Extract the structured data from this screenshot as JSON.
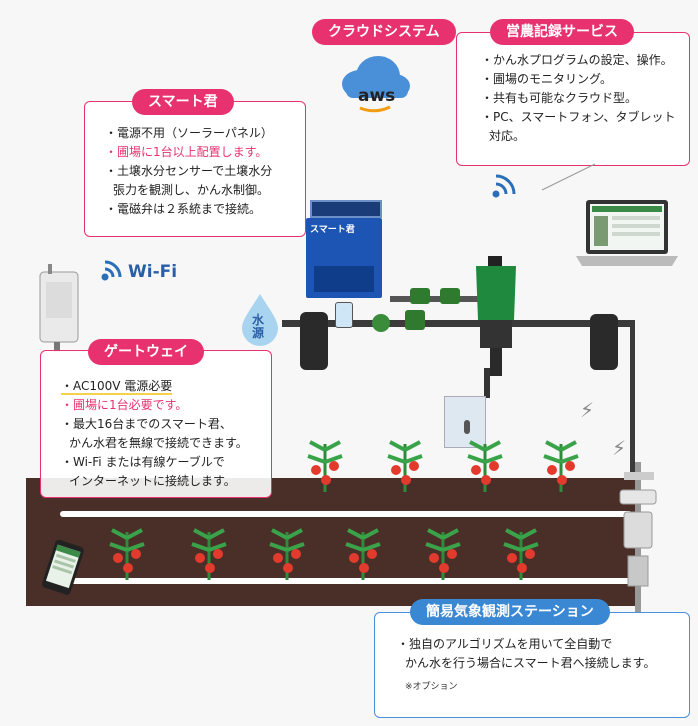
{
  "cloud": {
    "label": "クラウドシステム",
    "logo_text": "aws"
  },
  "farm_service": {
    "label": "営農記録サービス",
    "lines": [
      "・かん水プログラムの設定、操作。",
      "・圃場のモニタリング。",
      "・共有も可能なクラウド型。",
      "・PC、スマートフォン、タブレット",
      "対応。"
    ]
  },
  "smart_kun": {
    "label": "スマート君",
    "lines": [
      "・電源不用（ソーラーパネル）",
      "・圃場に1台以上配置します。",
      "・土壌水分センサーで土壌水分",
      "張力を観測し、かん水制御。",
      "・電磁弁は２系統まで接続。"
    ],
    "device_text": "スマート君"
  },
  "wifi": {
    "label": "Wi-Fi"
  },
  "water_source": {
    "label": "水源"
  },
  "gateway": {
    "label": "ゲートウェイ",
    "lines": [
      "・AC100V 電源必要",
      "・圃場に1台必要です。",
      "・最大16台までのスマート君、",
      "かん水君を無線で接続できます。",
      "・Wi-Fi または有線ケーブルで",
      "インターネットに接続します。"
    ]
  },
  "weather_station": {
    "label": "簡易気象観測ステーション",
    "lines": [
      "・独自のアルゴリズムを用いて全自動で",
      "かん水を行う場合にスマート君へ接続します。"
    ],
    "note": "※オプション"
  },
  "colors": {
    "accent_pink": "#e8326f",
    "accent_blue": "#3a87d4",
    "soil": "#4a2f28"
  }
}
